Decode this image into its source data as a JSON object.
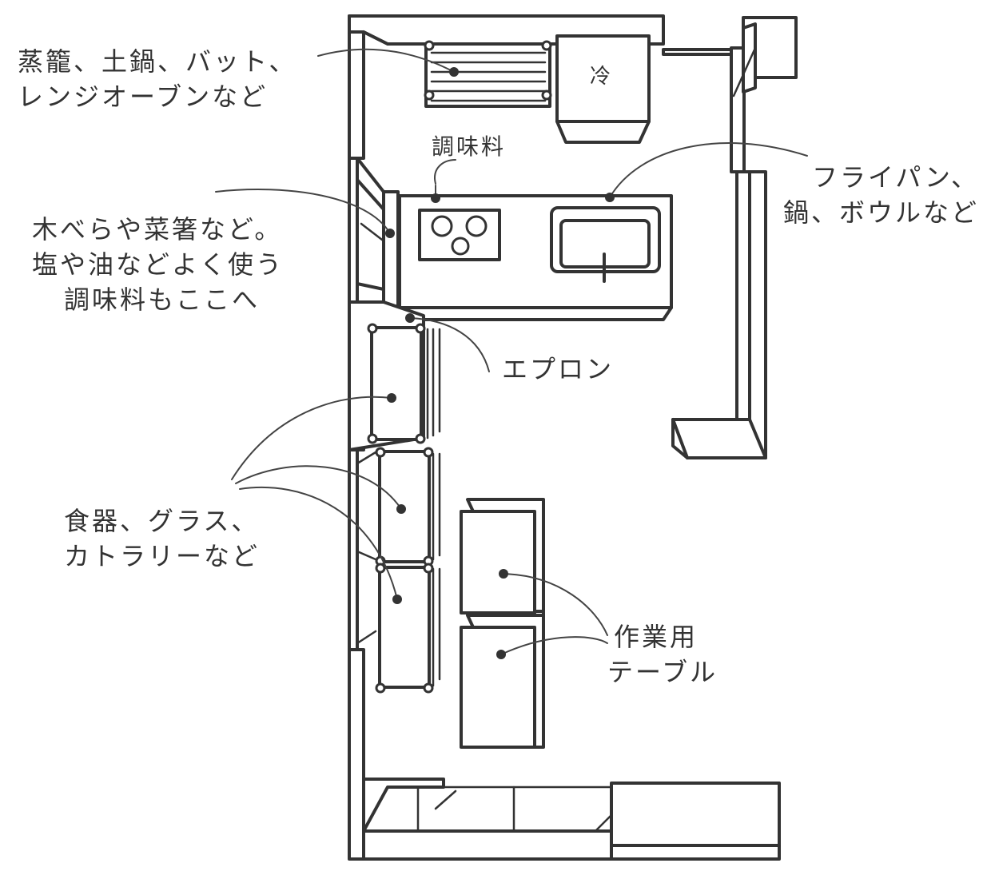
{
  "labels": {
    "steamer": [
      "蒸籠、土鍋、バット、",
      "レンジオーブンなど"
    ],
    "seasoning": "調味料",
    "spatula": [
      "木べらや菜箸など。",
      "塩や油などよく使う",
      "調味料もここへ"
    ],
    "fryingpan": [
      "フライパン、",
      "鍋、ボウルなど"
    ],
    "apron": "エプロン",
    "dishes": [
      "食器、グラス、",
      "カトラリーなど"
    ],
    "worktable": [
      "作業用",
      "テーブル"
    ],
    "fridge": "冷"
  },
  "colors": {
    "line": "#333333",
    "background": "#ffffff"
  }
}
